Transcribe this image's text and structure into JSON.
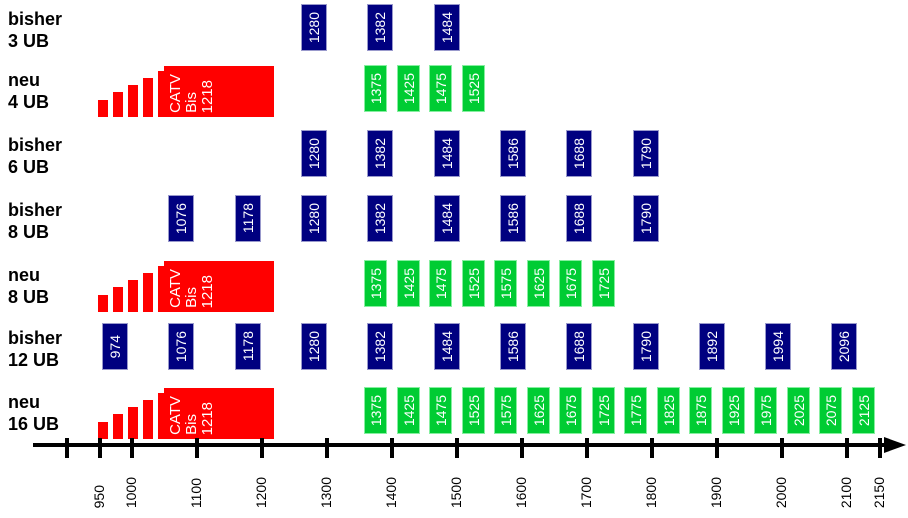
{
  "colors": {
    "bisher_box": "#000080",
    "bisher_box_border": "#9999CC",
    "neu_box": "#00CC33",
    "neu_box_border": "#86EFA0",
    "catv_block": "#FF0000",
    "box_text": "#FFFFFF",
    "axis": "#000000",
    "label_text": "#000000"
  },
  "chart_data": {
    "type": "bar",
    "subtype": "frequency_allocation_rows",
    "title": "",
    "xlabel": "",
    "ylabel": "",
    "x_range": [
      900,
      2150
    ],
    "x_axis_tick_labels": [
      "950",
      "1000",
      "1100",
      "1200",
      "1300",
      "1400",
      "1500",
      "1600",
      "1700",
      "1800",
      "1900",
      "2000",
      "2100",
      "2150"
    ],
    "x_axis_tick_values": [
      950,
      1000,
      1100,
      1200,
      1300,
      1400,
      1500,
      1600,
      1700,
      1800,
      1900,
      2000,
      2100,
      2150
    ],
    "x_axis_unlabeled_tick_values": [
      900
    ],
    "legend": "none",
    "grid": false,
    "catv_block": {
      "text_lines": [
        "CATV",
        "Bis",
        "1218"
      ],
      "covers_up_to": 1218
    },
    "series": [
      {
        "label_lines": [
          "bisher",
          "3 UB"
        ],
        "kind": "bisher",
        "has_catv_block": false,
        "frequencies": [
          1280,
          1382,
          1484
        ]
      },
      {
        "label_lines": [
          "neu",
          "4 UB"
        ],
        "kind": "neu",
        "has_catv_block": true,
        "frequencies": [
          1375,
          1425,
          1475,
          1525
        ]
      },
      {
        "label_lines": [
          "bisher",
          "6 UB"
        ],
        "kind": "bisher",
        "has_catv_block": false,
        "frequencies": [
          1280,
          1382,
          1484,
          1586,
          1688,
          1790
        ]
      },
      {
        "label_lines": [
          "bisher",
          "8 UB"
        ],
        "kind": "bisher",
        "has_catv_block": false,
        "frequencies": [
          1076,
          1178,
          1280,
          1382,
          1484,
          1586,
          1688,
          1790
        ]
      },
      {
        "label_lines": [
          "neu",
          "8 UB"
        ],
        "kind": "neu",
        "has_catv_block": true,
        "frequencies": [
          1375,
          1425,
          1475,
          1525,
          1575,
          1625,
          1675,
          1725
        ]
      },
      {
        "label_lines": [
          "bisher",
          "12 UB"
        ],
        "kind": "bisher",
        "has_catv_block": false,
        "frequencies": [
          974,
          1076,
          1178,
          1280,
          1382,
          1484,
          1586,
          1688,
          1790,
          1892,
          1994,
          2096
        ]
      },
      {
        "label_lines": [
          "neu",
          "16 UB"
        ],
        "kind": "neu",
        "has_catv_block": true,
        "frequencies": [
          1375,
          1425,
          1475,
          1525,
          1575,
          1625,
          1675,
          1725,
          1775,
          1825,
          1875,
          1925,
          1975,
          2025,
          2075,
          2125
        ]
      }
    ]
  }
}
